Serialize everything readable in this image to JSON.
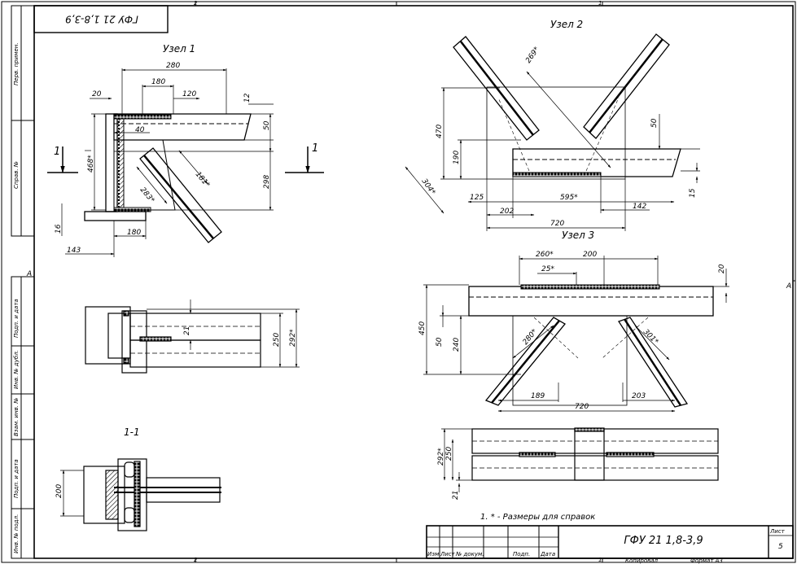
{
  "sheet": {
    "code": "ГФУ 21 1,8-3,9",
    "code_mirrored": "ГФУ 21 1,8-3,9",
    "sheet_label": "Лист",
    "sheet_number": "5",
    "copied_label": "Копировал",
    "format_label": "Формат А3",
    "zone_top_left": "2",
    "zone_top_right": "1",
    "zone_bottom_left": "2",
    "zone_bottom_right": "1",
    "zone_left_a": "A",
    "zone_right_a": "A",
    "note": "1.   * - Размеры для справок"
  },
  "title_block_headers": [
    "Изм.",
    "Лист",
    "№ докум.",
    "Подп.",
    "Дата"
  ],
  "side_stamp": [
    "Перв. примен.",
    "Справ. №",
    "Подп. и дата",
    "Инв. № дубл.",
    "Взам. инв. №",
    "Подп. и дата",
    "Инв. № подл."
  ],
  "views": {
    "node1": {
      "title": "Узел 1",
      "dims": {
        "d280": "280",
        "d180": "180",
        "d20": "20",
        "d120": "120",
        "d12": "12",
        "d50": "50",
        "d40": "40",
        "d468": "468*",
        "d298": "298",
        "d181": "181*",
        "d283": "283*",
        "d16": "16",
        "d180b": "180",
        "d143": "143"
      },
      "arrow_left": "1",
      "arrow_right": "1"
    },
    "node1_plan": {
      "dims": {
        "d21": "21",
        "d250": "250",
        "d292": "292*"
      }
    },
    "section11": {
      "title": "1-1",
      "dims": {
        "d200": "200"
      }
    },
    "node2": {
      "title": "Узел 2",
      "dims": {
        "d269": "269*",
        "d50": "50",
        "d470": "470",
        "d190": "190",
        "d304": "304*",
        "d15": "15",
        "d125": "125",
        "d595": "595*",
        "d202": "202",
        "d142": "142",
        "d720": "720"
      }
    },
    "node3": {
      "title": "Узел 3",
      "dims": {
        "d260": "260*",
        "d200": "200",
        "d25": "25*",
        "d20": "20",
        "d450": "450",
        "d50": "50",
        "d240": "240",
        "d280": "280*",
        "d301": "301*",
        "d189": "189",
        "d203": "203",
        "d720": "720"
      }
    },
    "node3_plan": {
      "dims": {
        "d292": "292*",
        "d250": "250",
        "d21": "21"
      }
    }
  }
}
